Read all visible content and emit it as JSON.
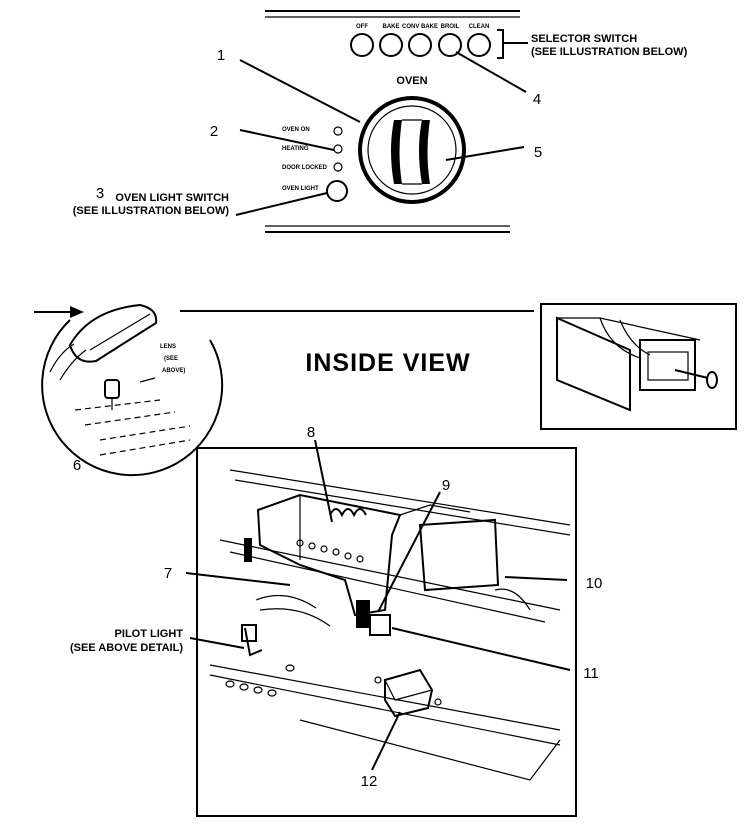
{
  "top_panel": {
    "buttons": [
      "OFF",
      "BAKE",
      "CONV BAKE",
      "BROIL",
      "CLEAN"
    ],
    "knob_label": "OVEN",
    "indicators": [
      "OVEN ON",
      "HEATING",
      "DOOR LOCKED"
    ],
    "light_button": "OVEN LIGHT"
  },
  "callouts": {
    "selector_switch_line1": "SELECTOR SWITCH",
    "selector_switch_line2": "(SEE ILLUSTRATION BELOW)",
    "oven_light_line1": "OVEN LIGHT SWITCH",
    "oven_light_line2": "(SEE ILLUSTRATION BELOW)",
    "lens_line1": "LENS",
    "lens_line2": "(SEE",
    "lens_line3": "ABOVE)",
    "pilot_line1": "PILOT LIGHT",
    "pilot_line2": "(SEE ABOVE DETAIL)"
  },
  "inside_view_title": "INSIDE VIEW",
  "part_numbers": [
    "1",
    "2",
    "3",
    "4",
    "5",
    "6",
    "7",
    "8",
    "9",
    "10",
    "11",
    "12"
  ]
}
